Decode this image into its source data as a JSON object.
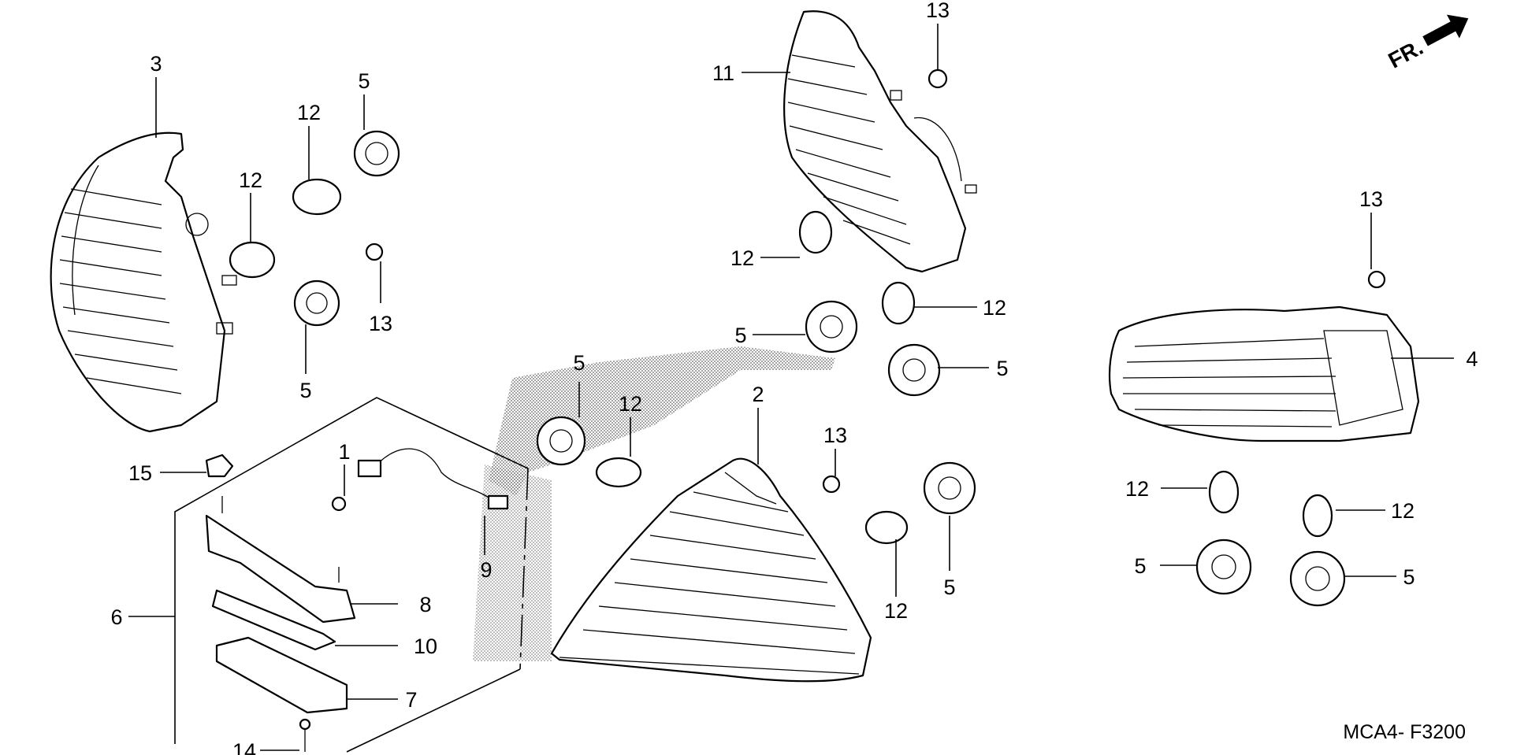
{
  "diagram": {
    "direction_marker": "FR.",
    "figure_code": "MCA4- F3200",
    "callouts": [
      "3",
      "5",
      "12",
      "12",
      "5",
      "13",
      "15",
      "1",
      "9",
      "6",
      "8",
      "10",
      "7",
      "14",
      "11",
      "13",
      "12",
      "5",
      "12",
      "5",
      "5",
      "12",
      "2",
      "13",
      "12",
      "5",
      "13",
      "4",
      "12",
      "12",
      "5",
      "5"
    ]
  }
}
